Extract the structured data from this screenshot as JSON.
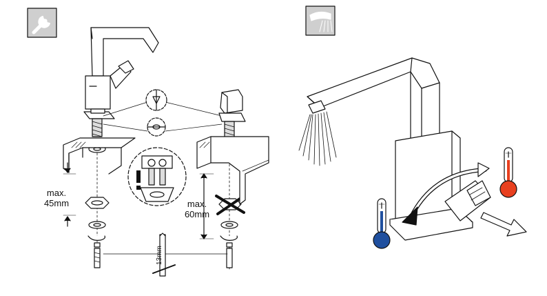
{
  "install_panel": {
    "icon": "wrench-icon",
    "label_max_left_line1": "max.",
    "label_max_left_line2": "45mm",
    "label_max_right_line1": "max.",
    "label_max_right_line2": "60mm",
    "label_wrench_size": "13mm",
    "warning_symbol": "!"
  },
  "operation_panel": {
    "icon": "spray-icon",
    "cold_color": "#1f4f9e",
    "hot_color": "#e8401f"
  }
}
